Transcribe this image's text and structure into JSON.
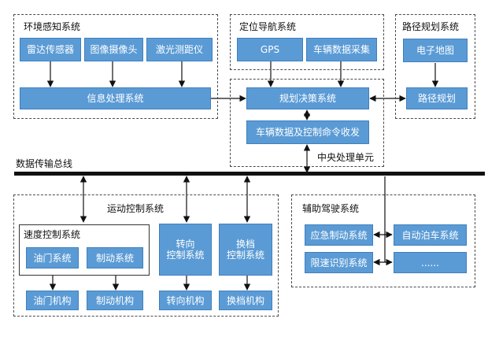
{
  "colors": {
    "node_fill": "#5b9bd5",
    "node_text": "#ffffff",
    "line": "#111111"
  },
  "env": {
    "title": "环境感知系统",
    "radar": "雷达传感器",
    "camera": "图像摄像头",
    "laser": "激光测距仪",
    "info": "信息处理系统"
  },
  "nav": {
    "title": "定位导航系统",
    "gps": "GPS",
    "vehicle_data": "车辆数据采集"
  },
  "path": {
    "title": "路径规划系统",
    "emap": "电子地图",
    "planning": "路径规划"
  },
  "cpu": {
    "title": "中央处理单元",
    "decision": "规划决策系统",
    "vehicle_cmd": "车辆数据及控制命令收发"
  },
  "bus": {
    "label": "数据传输总线"
  },
  "motion": {
    "title": "运动控制系统",
    "speed": {
      "title": "速度控制系统",
      "throttle": "油门系统",
      "brake": "制动系统"
    },
    "steer": "转向\n控制系统",
    "shift": "换档\n控制系统",
    "throttle_mech": "油门机构",
    "brake_mech": "制动机构",
    "steer_mech": "转向机构",
    "shift_mech": "换档机构"
  },
  "assist": {
    "title": "辅助驾驶系统",
    "emergency": "应急制动系统",
    "parking": "自动泊车系统",
    "speed_limit": "限速识别系统",
    "more": "......"
  }
}
